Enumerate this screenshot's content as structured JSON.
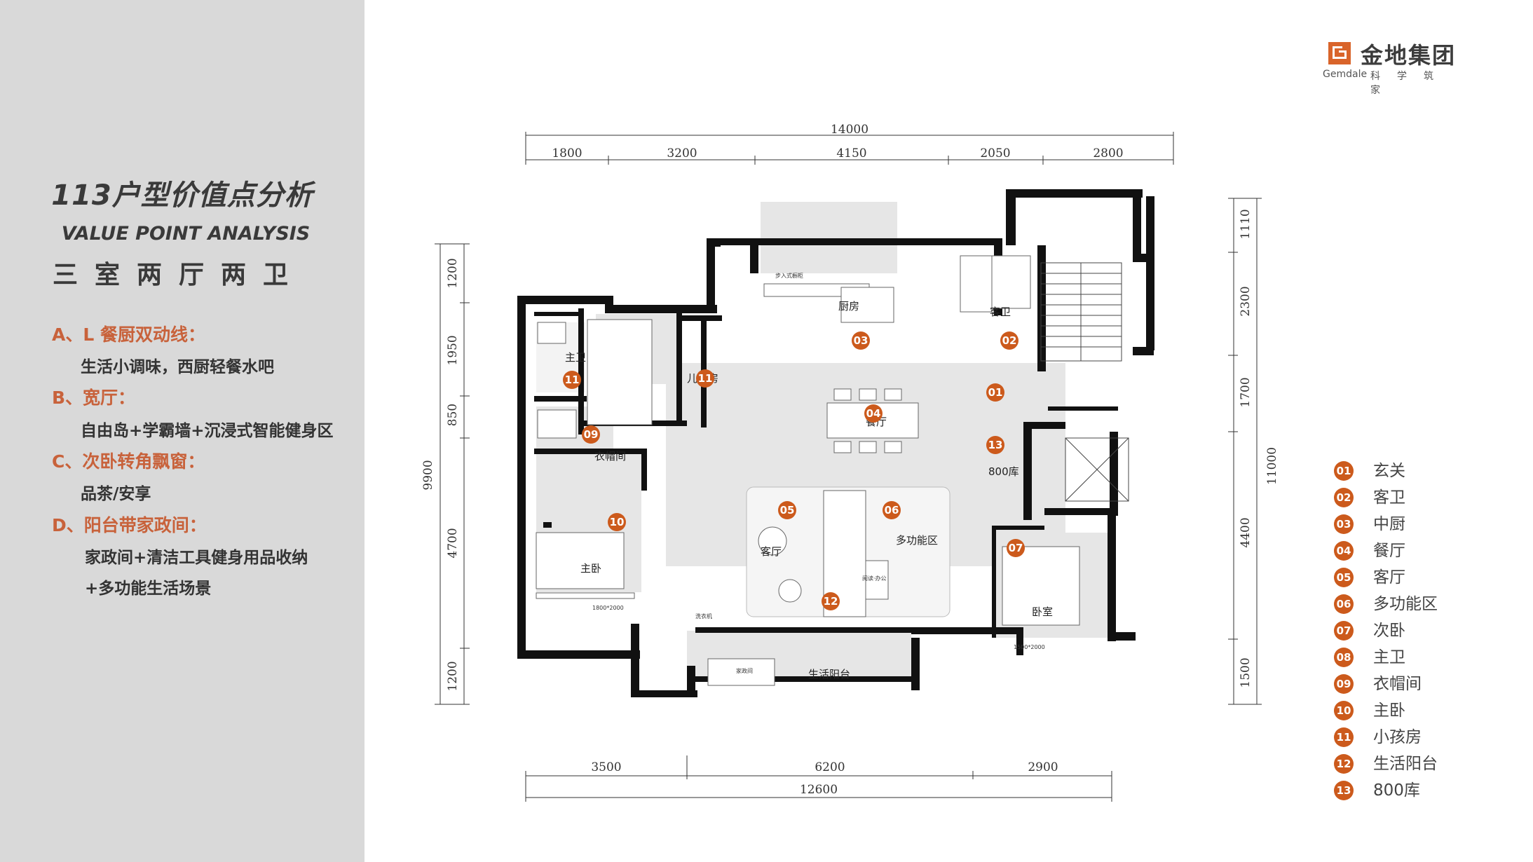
{
  "panel": {
    "title": "113户型价值点分析",
    "title_en": "VALUE POINT ANALYSIS",
    "subtitle": "三室两厅两卫",
    "points": [
      {
        "head": "A、L 餐厨双动线：",
        "body": [
          "生活小调味，西厨轻餐水吧"
        ]
      },
      {
        "head": "B、宽厅：",
        "body": [
          "自由岛+学霸墙+沉浸式智能健身区"
        ]
      },
      {
        "head": "C、次卧转角飘窗：",
        "body": [
          "品茶/安享"
        ]
      },
      {
        "head": "D、阳台带家政间：",
        "body": [
          "家政间+清洁工具健身用品收纳",
          "+多功能生活场景"
        ]
      }
    ]
  },
  "brand": {
    "name": "金地集团",
    "en": "Gemdale",
    "slogan": "科学筑家",
    "color": "#d9642a"
  },
  "plan": {
    "dims_top": {
      "total": "14000",
      "parts": [
        "1800",
        "3200",
        "4150",
        "2050",
        "2800"
      ]
    },
    "dims_bottom": {
      "total": "12600",
      "parts": [
        "3500",
        "6200",
        "2900"
      ]
    },
    "dims_left": {
      "total": "9900",
      "parts": [
        "1200",
        "1950",
        "850",
        "4700",
        "1200"
      ]
    },
    "dims_right": {
      "total": "11000",
      "parts": [
        "1110",
        "2300",
        "1700",
        "4400",
        "1500"
      ]
    },
    "rooms": {
      "master_bath": "主卫",
      "kids_room": "儿童房",
      "kitchen": "厨房",
      "guest_bath": "客卫",
      "cloakroom": "衣帽间",
      "storage": "800库",
      "master_bed": "主卧",
      "living": "客厅",
      "multi": "多功能区",
      "second_bed": "卧室",
      "balcony": "生活阳台",
      "dining": "餐厅"
    },
    "notes": {
      "walkin": "步入式橱柜",
      "bed_size": "1500*2000",
      "bed_size_master": "1800*2000",
      "desk": "阅读·办公",
      "washer": "洗衣机",
      "laundry": "家政间"
    },
    "markers": [
      {
        "id": "01",
        "label": "01"
      },
      {
        "id": "02",
        "label": "02"
      },
      {
        "id": "03",
        "label": "03"
      },
      {
        "id": "04",
        "label": "04"
      },
      {
        "id": "05",
        "label": "05"
      },
      {
        "id": "06",
        "label": "06"
      },
      {
        "id": "07",
        "label": "07"
      },
      {
        "id": "09",
        "label": "09"
      },
      {
        "id": "10",
        "label": "10"
      },
      {
        "id": "11a",
        "label": "11"
      },
      {
        "id": "11b",
        "label": "11"
      },
      {
        "id": "12",
        "label": "12"
      },
      {
        "id": "13",
        "label": "13"
      }
    ]
  },
  "legend": [
    {
      "num": "01",
      "label": "玄关"
    },
    {
      "num": "02",
      "label": "客卫"
    },
    {
      "num": "03",
      "label": "中厨"
    },
    {
      "num": "04",
      "label": "餐厅"
    },
    {
      "num": "05",
      "label": "客厅"
    },
    {
      "num": "06",
      "label": "多功能区"
    },
    {
      "num": "07",
      "label": "次卧"
    },
    {
      "num": "08",
      "label": "主卫"
    },
    {
      "num": "09",
      "label": "衣帽间"
    },
    {
      "num": "10",
      "label": "主卧"
    },
    {
      "num": "11",
      "label": "小孩房"
    },
    {
      "num": "12",
      "label": "生活阳台"
    },
    {
      "num": "13",
      "label": "800库"
    }
  ],
  "colors": {
    "accent": "#cc5a1c",
    "heading": "#c8623b",
    "panel_bg": "#d9d9d9"
  }
}
